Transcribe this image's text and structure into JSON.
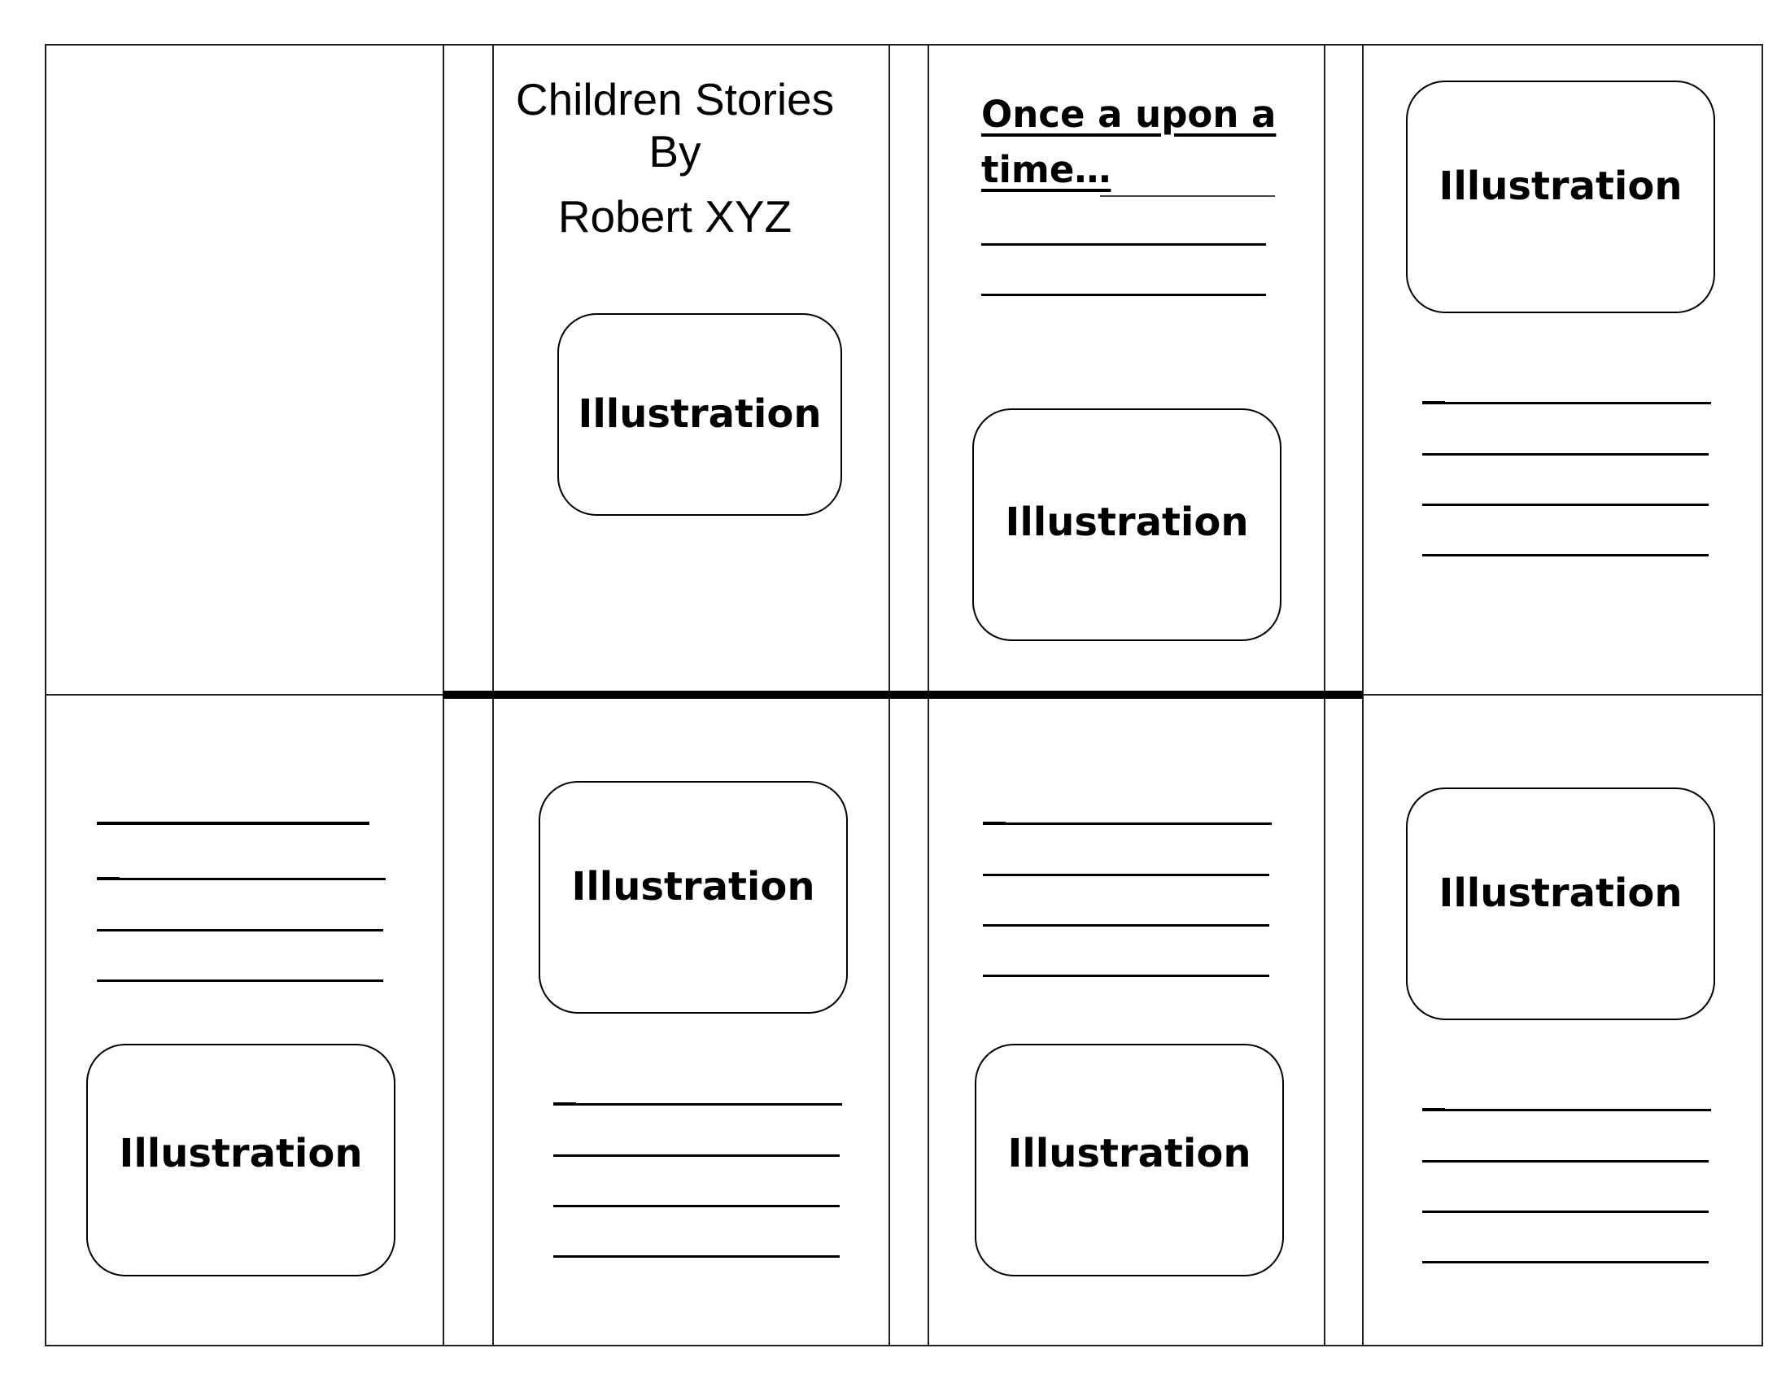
{
  "sheet": {
    "title_line_1": "Children Stories",
    "title_line_2": "By",
    "author": "Robert XYZ",
    "opening_line_1": "Once  a  upon  a",
    "opening_line_2": "time…",
    "illustration_label": "Illustration"
  },
  "panels": {
    "top_2": {
      "illustration": "Illustration"
    },
    "top_3": {
      "illustration": "Illustration"
    },
    "top_4": {
      "illustration": "Illustration"
    },
    "bottom_1": {
      "illustration": "Illustration"
    },
    "bottom_2": {
      "illustration": "Illustration"
    },
    "bottom_3": {
      "illustration": "Illustration"
    },
    "bottom_4": {
      "illustration": "Illustration"
    }
  }
}
